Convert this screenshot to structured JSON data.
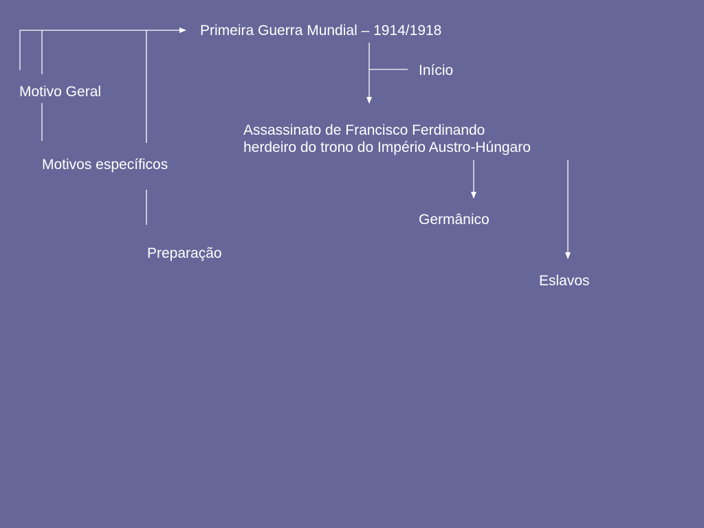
{
  "colors": {
    "background": "#666699",
    "foreground": "#ffffff"
  },
  "diagram": {
    "title": "Primeira Guerra Mundial – 1914/1918",
    "start_label": "Início",
    "general_motive_label": "Motivo Geral",
    "specific_motives_label": "Motivos específicos",
    "preparation_label": "Preparação",
    "event": {
      "line1": "Assassinato de Francisco Ferdinando",
      "line2": "herdeiro do trono do Império Austro-Húngaro"
    },
    "branch_left_label": "Germânico",
    "branch_right_label": "Eslavos"
  }
}
